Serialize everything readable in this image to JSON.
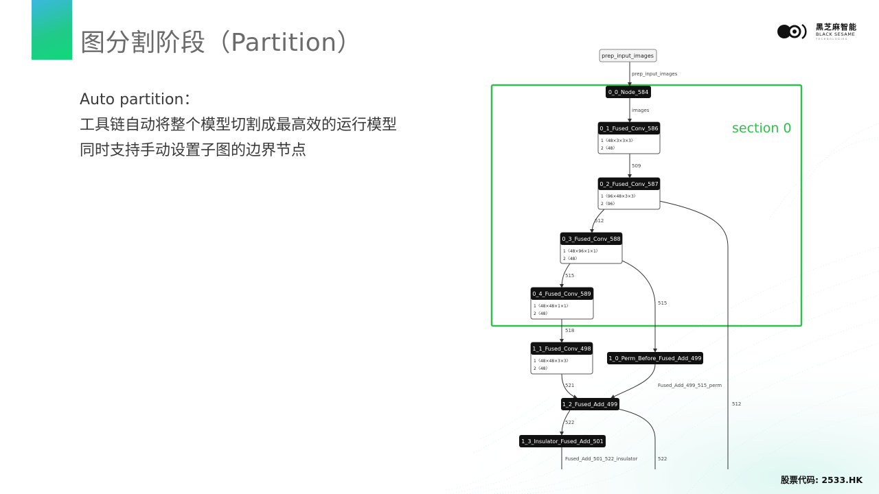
{
  "slide": {
    "title": "图分割阶段（Partition）",
    "body_lines": [
      "Auto partition：",
      "工具链自动将整个模型切割成最高效的运行模型",
      "同时支持手动设置子图的边界节点"
    ],
    "stock_code": "股票代码: 2533.HK"
  },
  "logo": {
    "name": "黑芝麻智能",
    "english": "BLACK SESAME",
    "subline": "TECHNOLOGIES"
  },
  "colors": {
    "accent_start": "#3bb8e0",
    "accent_end": "#10d87a",
    "section_box": "#2fbf4a",
    "node_fill": "#111111"
  },
  "graph": {
    "section_label": "section 0",
    "input_node": "prep_input_images",
    "nodes": [
      {
        "name": "0_0_Node_584",
        "attrs": []
      },
      {
        "name": "0_1_Fused_Conv_586",
        "attrs": [
          "1〈48×3×3×3〉",
          "2〈48〉"
        ]
      },
      {
        "name": "0_2_Fused_Conv_587",
        "attrs": [
          "1〈96×48×3×3〉",
          "2〈96〉"
        ]
      },
      {
        "name": "0_3_Fused_Conv_588",
        "attrs": [
          "1〈48×96×1×1〉",
          "2〈48〉"
        ]
      },
      {
        "name": "0_4_Fused_Conv_589",
        "attrs": [
          "1〈48×48×1×1〉",
          "2〈48〉"
        ]
      },
      {
        "name": "1_1_Fused_Conv_498",
        "attrs": [
          "1〈48×48×3×3〉",
          "2〈48〉"
        ]
      },
      {
        "name": "1_0_Perm_Before_Fused_Add_499",
        "attrs": []
      },
      {
        "name": "1_2_Fused_Add_499",
        "attrs": []
      },
      {
        "name": "1_3_Insulator_Fused_Add_501",
        "attrs": []
      }
    ],
    "edge_labels": [
      "prep_input_images",
      "images",
      "509",
      "512",
      "515",
      "515",
      "518",
      "521",
      "Fused_Add_499_515_perm",
      "522",
      "Fused_Add_501_522_insulator",
      "522",
      "512"
    ]
  }
}
